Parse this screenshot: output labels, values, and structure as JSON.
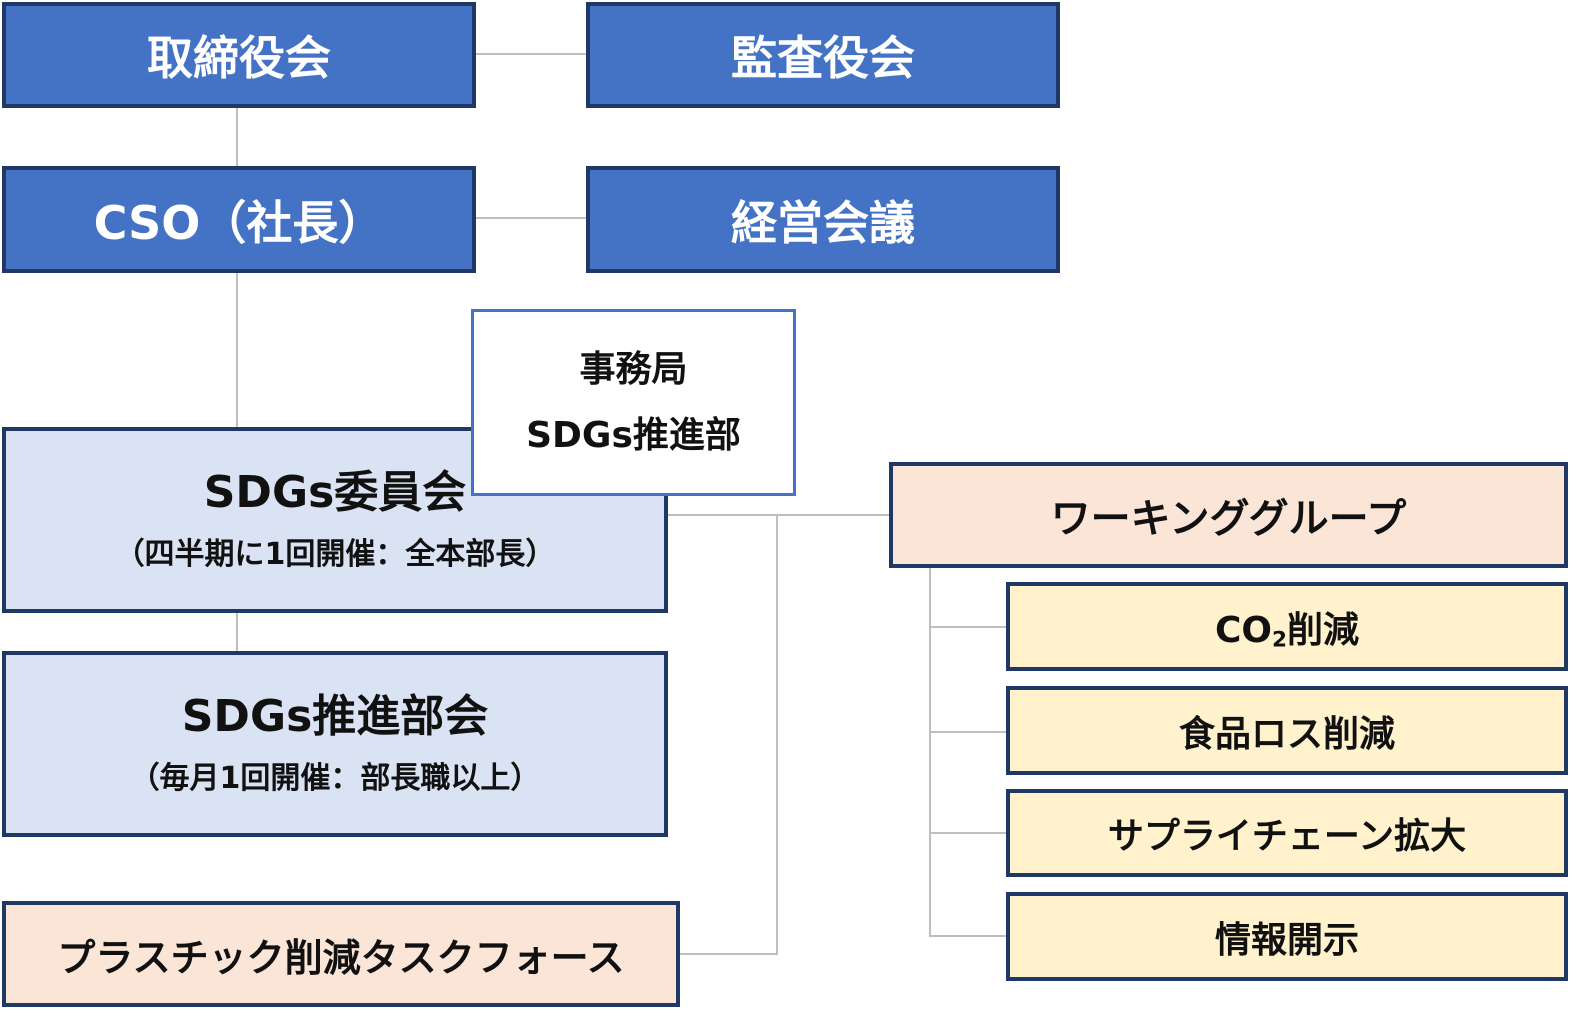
{
  "boxes": {
    "board": "取締役会",
    "audit": "監査役会",
    "cso": "CSO（社長）",
    "mgmt": "経営会議",
    "secretariat_line1": "事務局",
    "secretariat_line2": "SDGs推進部",
    "committee_title": "SDGs委員会",
    "committee_sub": "（四半期に1回開催：全本部長）",
    "promotion_title": "SDGs推進部会",
    "promotion_sub": "（毎月1回開催：部長職以上）",
    "taskforce": "プラスチック削減タスクフォース",
    "working_group": "ワーキンググループ",
    "co2_prefix": "CO",
    "co2_subscript": "2",
    "co2_suffix": "削減",
    "food_loss": "食品ロス削減",
    "supply_chain": "サプライチェーン拡大",
    "disclosure": "情報開示"
  },
  "colors": {
    "primary_fill": "#4472c4",
    "border_dark": "#1f3864",
    "committee_fill": "#dae3f3",
    "group_fill": "#fbe5d6",
    "item_fill": "#fff2cc",
    "connector": "#bfbfbf"
  }
}
